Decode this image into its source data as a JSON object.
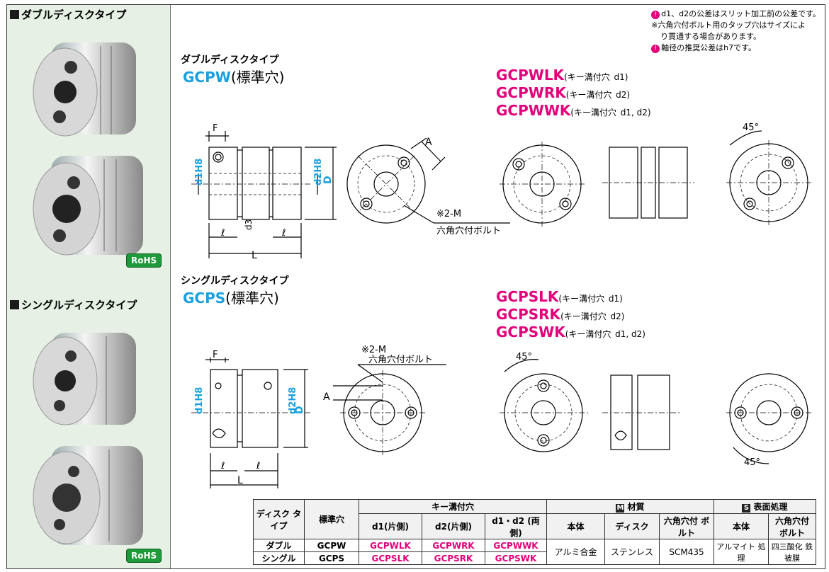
{
  "left": {
    "double_title": "ダブルディスクタイプ",
    "single_title": "シングルディスクタイプ",
    "rohs": "RoHS"
  },
  "notes": {
    "line1": "d1、d2の公差はスリット加工前の公差です。",
    "line2": "※六角穴付ボルト用のタップ穴はサイズによ",
    "line3": "り貫通する場合があります。",
    "line4": "軸径の推奨公差はh7です。"
  },
  "double": {
    "heading": "ダブルディスクタイプ",
    "code": "GCPW",
    "code_suffix": "(標準穴)",
    "keyed": [
      {
        "code": "GCPWLK",
        "desc": "(キー溝付穴",
        "d": "d1)"
      },
      {
        "code": "GCPWRK",
        "desc": "(キー溝付穴",
        "d": "d2)"
      },
      {
        "code": "GCPWWK",
        "desc": "(キー溝付穴",
        "d": "d1, d2)"
      }
    ]
  },
  "single": {
    "heading": "シングルディスクタイプ",
    "code": "GCPS",
    "code_suffix": "(標準穴)",
    "keyed": [
      {
        "code": "GCPSLK",
        "desc": "(キー溝付穴",
        "d": "d1)"
      },
      {
        "code": "GCPSRK",
        "desc": "(キー溝付穴",
        "d": "d2)"
      },
      {
        "code": "GCPSWK",
        "desc": "(キー溝付穴",
        "d": "d1, d2)"
      }
    ]
  },
  "labels": {
    "F": "F",
    "A": "A",
    "D": "D",
    "L": "L",
    "ell": "ℓ",
    "d1": "d1H8",
    "d2": "d2H8",
    "d3": "d3",
    "bolt1": "※2-M",
    "bolt2": "六角穴付ボルト",
    "deg45": "45°"
  },
  "table": {
    "h_disc": "ディスク タイプ",
    "h_std": "標準穴",
    "h_key": "キー溝付穴",
    "h_d1": "d1(片側)",
    "h_d2": "d2(片側)",
    "h_d12": "d1・d2 (両側)",
    "h_material": "材質",
    "h_surface": "表面処理",
    "h_body": "本体",
    "h_disk": "ディスク",
    "h_bolt": "六角穴付 ボルト",
    "h_body2": "本体",
    "h_bolt2": "六角穴付 ボルト",
    "rows": [
      {
        "type": "ダブル",
        "std": "GCPW",
        "k1": "GCPWLK",
        "k2": "GCPWRK",
        "k3": "GCPWWK"
      },
      {
        "type": "シングル",
        "std": "GCPS",
        "k1": "GCPSLK",
        "k2": "GCPSRK",
        "k3": "GCPSWK"
      }
    ],
    "mat_body": "アルミ合金",
    "mat_disk": "ステンレス",
    "mat_bolt": "SCM435",
    "surf_body": "アルマイト 処理",
    "surf_bolt": "四三酸化 鉄被膜"
  }
}
